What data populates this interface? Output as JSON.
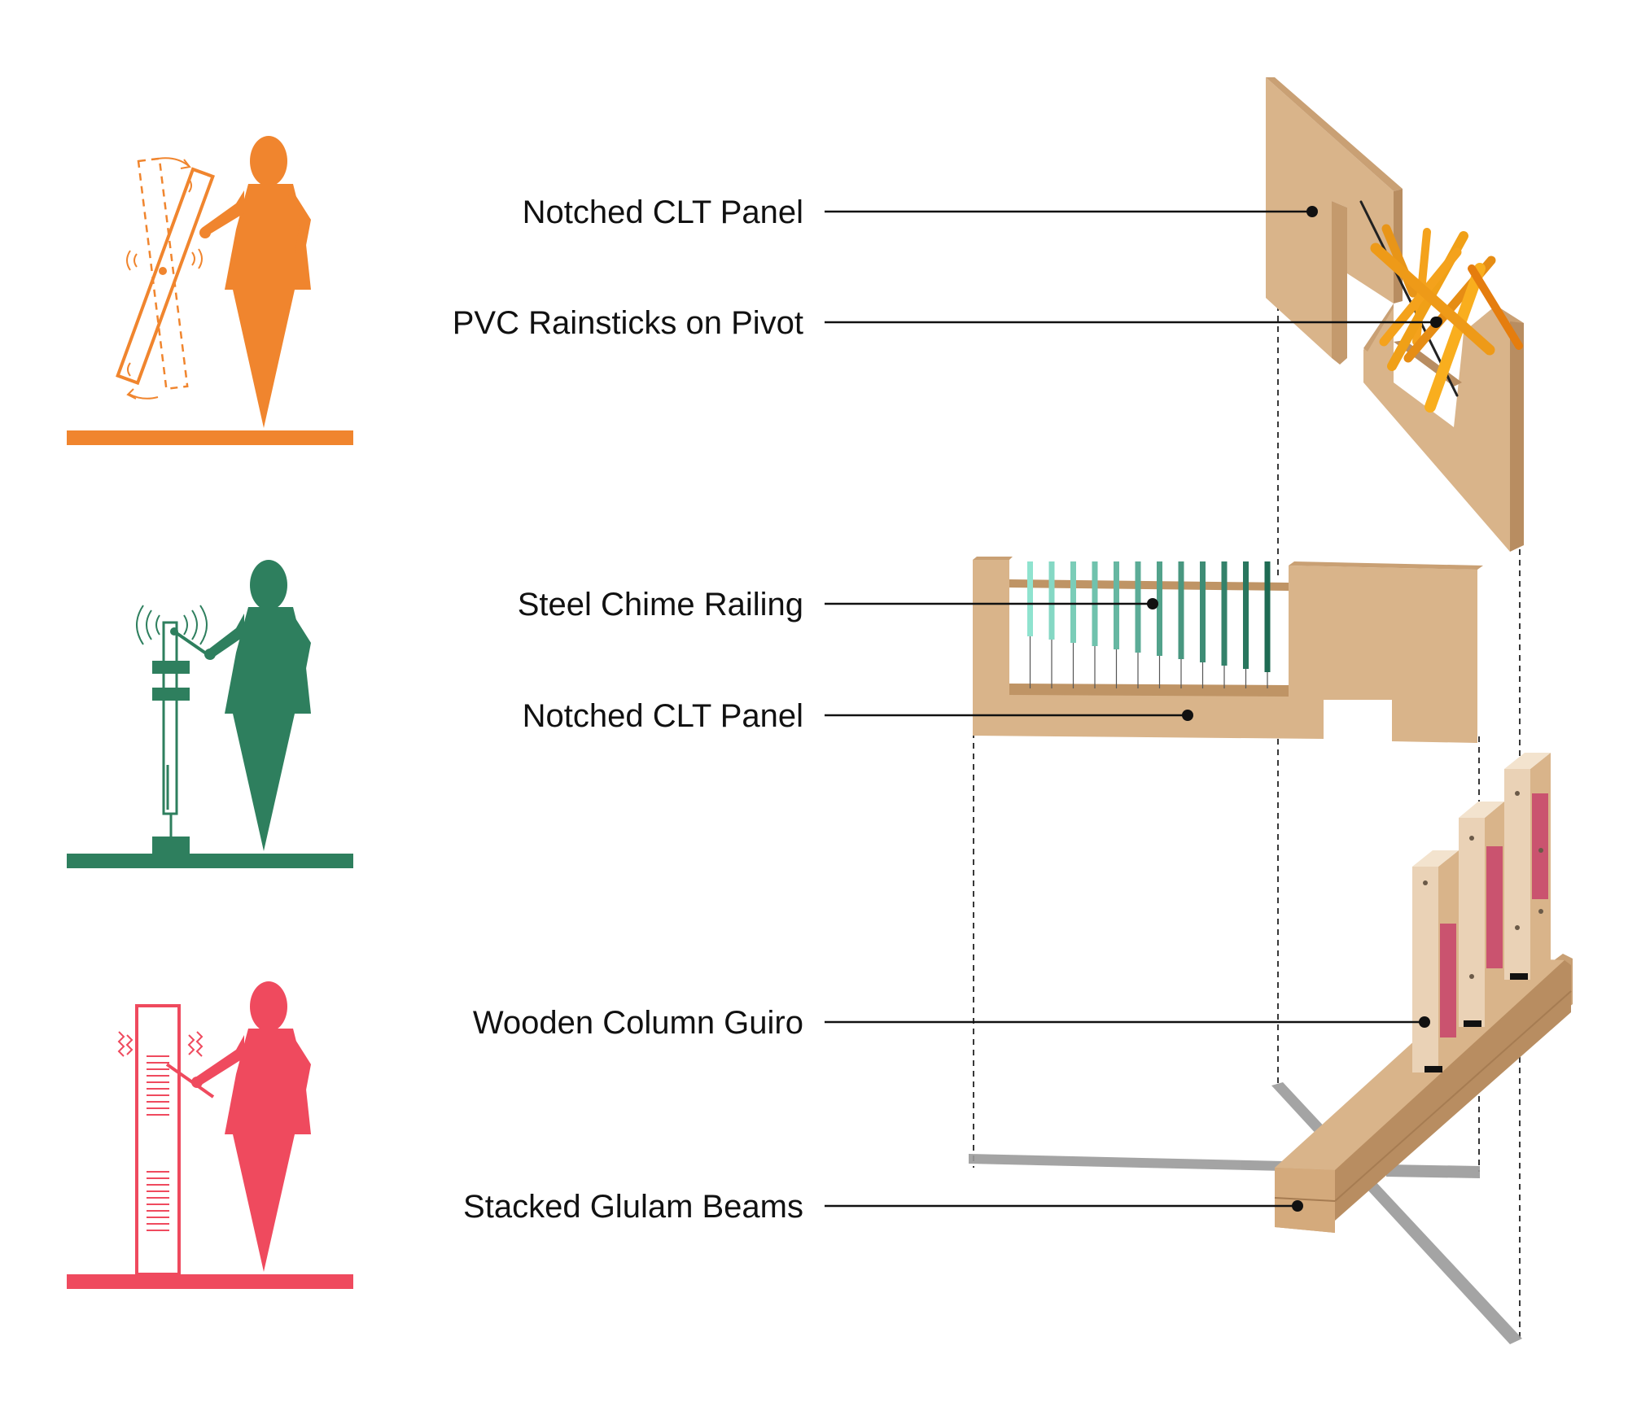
{
  "colors": {
    "orange": "#F0852E",
    "green": "#2E7F5E",
    "red": "#EF4A5E",
    "wood": "#D9B48A",
    "wood_dark": "#BF9465",
    "pvc": "#F4A21C",
    "chime_light": "#8FE3CF",
    "chime_dark": "#1F6B53",
    "ground_shadow": "#9A9A9A"
  },
  "figures": [
    {
      "id": "orange-player",
      "instrument": "rainstick",
      "color": "orange"
    },
    {
      "id": "green-player",
      "instrument": "chime",
      "color": "green"
    },
    {
      "id": "red-player",
      "instrument": "guiro",
      "color": "red"
    }
  ],
  "labels": [
    "Notched CLT Panel",
    "PVC Rainsticks on Pivot",
    "Steel Chime Railing",
    "Notched CLT Panel",
    "Wooden Column Guiro",
    "Stacked Glulam Beams"
  ]
}
